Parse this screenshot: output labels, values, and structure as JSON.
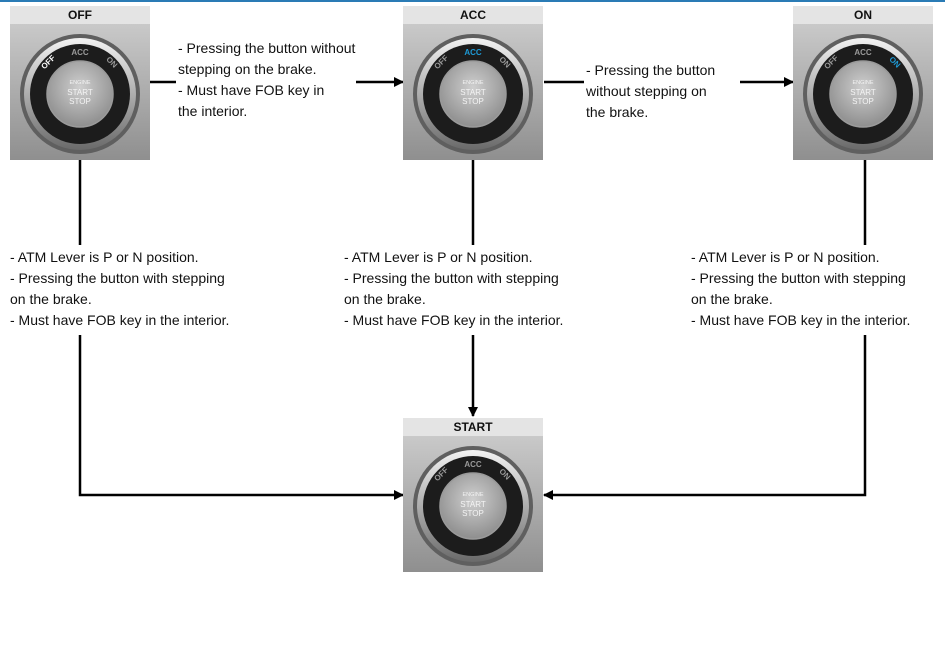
{
  "states": {
    "off": {
      "title": "OFF",
      "active": "off"
    },
    "acc": {
      "title": "ACC",
      "active": "acc"
    },
    "on": {
      "title": "ON",
      "active": "on"
    },
    "start": {
      "title": "START",
      "active": "none"
    }
  },
  "button_labels": {
    "off": "OFF",
    "acc": "ACC",
    "on": "ON",
    "line1": "ENGINE",
    "line2": "START",
    "line3": "STOP"
  },
  "colors": {
    "active_label": "#1e9ad6",
    "arrow": "#000000"
  },
  "notes": {
    "off_to_acc": [
      "- Pressing the button without",
      "stepping on the brake.",
      "- Must have FOB key in",
      "the interior."
    ],
    "acc_to_on": [
      "- Pressing the button",
      "without stepping on",
      "the brake."
    ],
    "off_to_start": [
      "- ATM Lever is P or N position.",
      "- Pressing the button with stepping",
      "on the brake.",
      "- Must have FOB key in the interior."
    ],
    "acc_to_start": [
      "- ATM Lever is P or N position.",
      "- Pressing the button with stepping",
      "on the brake.",
      "- Must have FOB key in the interior."
    ],
    "on_to_start": [
      "- ATM Lever is P or N position.",
      "- Pressing the button with stepping",
      "on the brake.",
      "- Must have FOB key in the interior."
    ]
  }
}
